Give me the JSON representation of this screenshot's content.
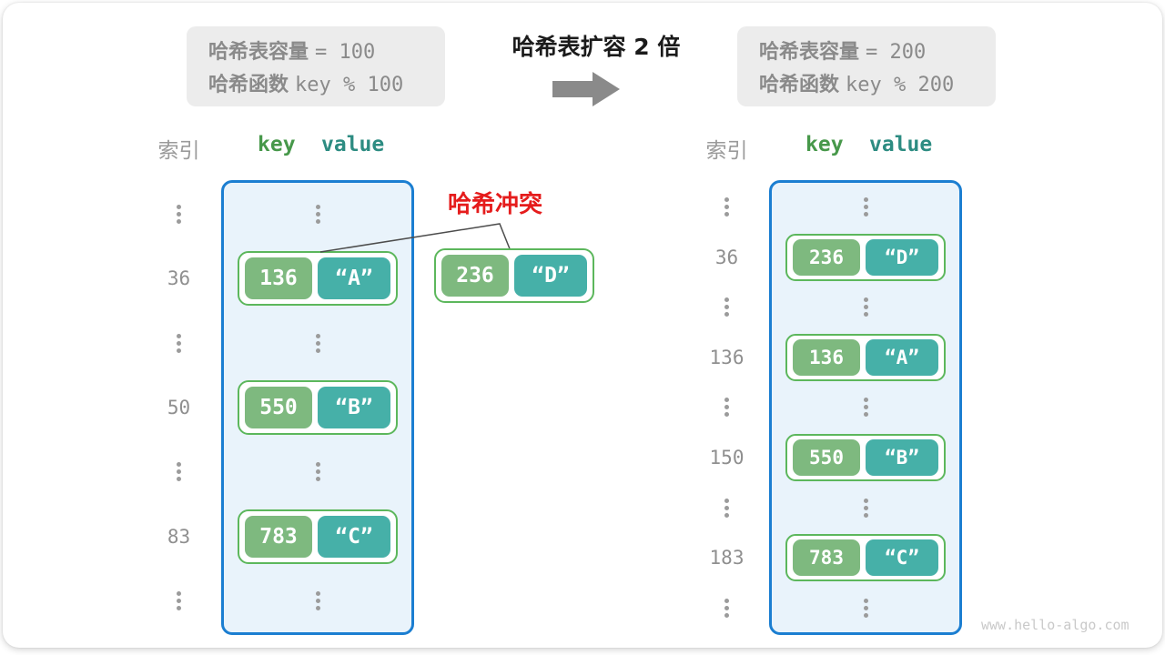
{
  "header": {
    "before_box": {
      "capacity_label": "哈希表容量",
      "capacity_value": "= 100",
      "function_label": "哈希函数",
      "function_value": "key % 100"
    },
    "title": "哈希表扩容 2 倍",
    "after_box": {
      "capacity_label": "哈希表容量",
      "capacity_value": "= 200",
      "function_label": "哈希函数",
      "function_value": "key % 200"
    },
    "arrow_icon": "right-arrow"
  },
  "collision": {
    "label": "哈希冲突",
    "external_pair": {
      "key": "236",
      "value": "“D”"
    }
  },
  "left_table": {
    "index_header": "索引",
    "key_header": "key",
    "value_header": "value",
    "rows": [
      {
        "type": "dots"
      },
      {
        "type": "pair",
        "index": "36",
        "key": "136",
        "value": "“A”"
      },
      {
        "type": "dots"
      },
      {
        "type": "pair",
        "index": "50",
        "key": "550",
        "value": "“B”"
      },
      {
        "type": "dots"
      },
      {
        "type": "pair",
        "index": "83",
        "key": "783",
        "value": "“C”"
      },
      {
        "type": "dots"
      }
    ]
  },
  "right_table": {
    "index_header": "索引",
    "key_header": "key",
    "value_header": "value",
    "rows": [
      {
        "type": "dots"
      },
      {
        "type": "pair",
        "index": "36",
        "key": "236",
        "value": "“D”"
      },
      {
        "type": "dots"
      },
      {
        "type": "pair",
        "index": "136",
        "key": "136",
        "value": "“A”"
      },
      {
        "type": "dots"
      },
      {
        "type": "pair",
        "index": "150",
        "key": "550",
        "value": "“B”"
      },
      {
        "type": "dots"
      },
      {
        "type": "pair",
        "index": "183",
        "key": "783",
        "value": "“C”"
      },
      {
        "type": "dots"
      }
    ]
  },
  "watermark": "www.hello-algo.com",
  "colors": {
    "table_border": "#1b7ed1",
    "table_fill": "#e9f3fb",
    "key_box": "#7eb97f",
    "value_box": "#46b0a8",
    "pair_border": "#5cb75c",
    "key_header_text": "#47984a",
    "value_header_text": "#2d8c82",
    "collision_red": "#e51c1c",
    "gray_text": "#8a8a8a",
    "arrow_gray": "#8a8a8a",
    "infobox_bg": "#ececec"
  }
}
